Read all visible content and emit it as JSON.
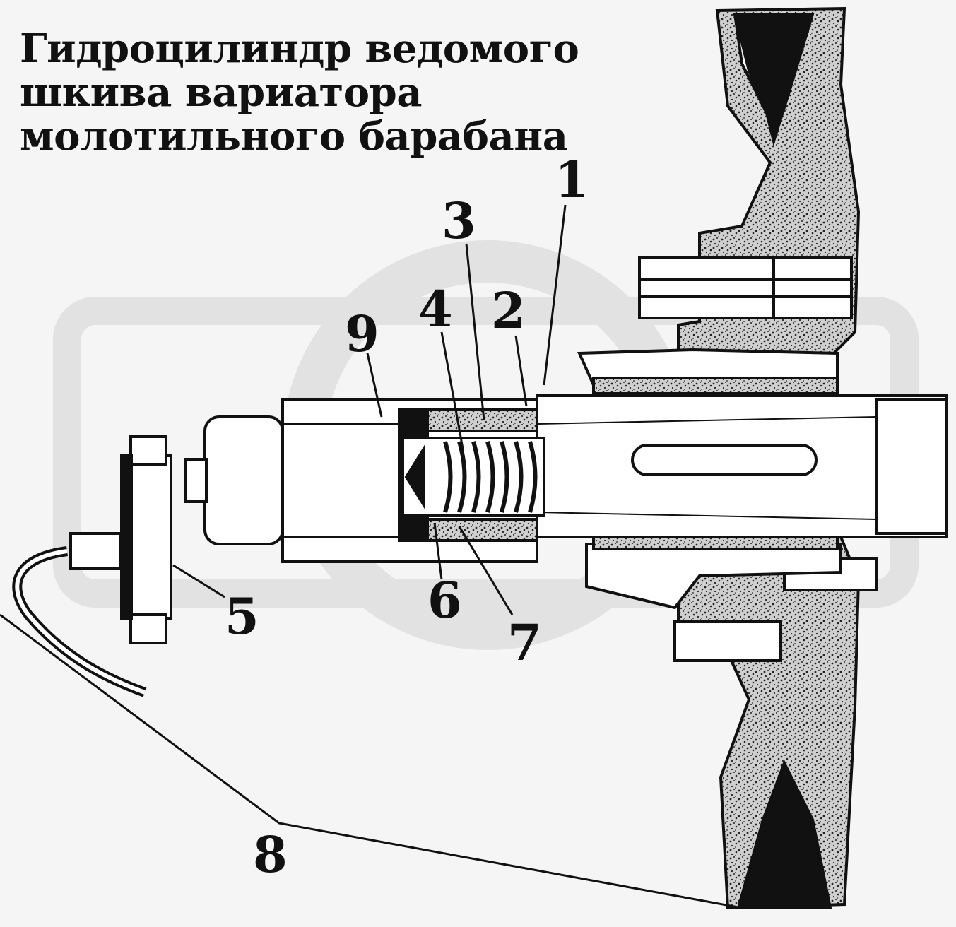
{
  "title": {
    "line1": "Гидроцилиндр ведомого",
    "line2": "шкива вариатора",
    "line3": "молотильного барабана"
  },
  "callouts": [
    "1",
    "2",
    "3",
    "4",
    "5",
    "6",
    "7",
    "8",
    "9"
  ],
  "colors": {
    "background": "#f5f5f5",
    "ink": "#111111",
    "watermark": "#e0e0e0",
    "fill_light": "#ffffff"
  }
}
